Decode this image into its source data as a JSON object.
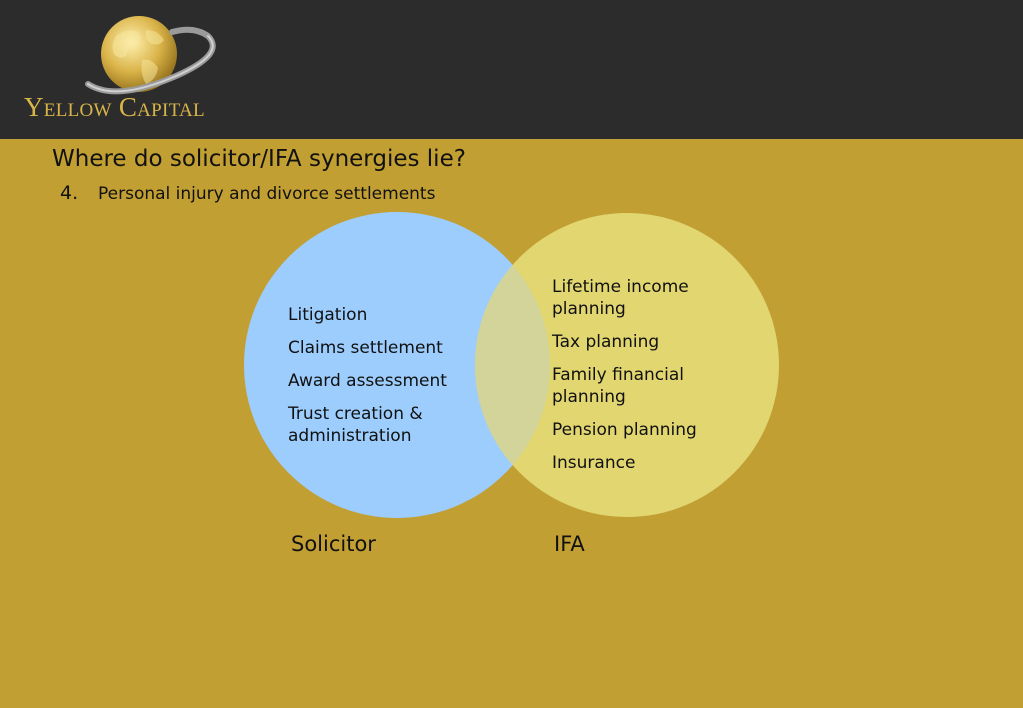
{
  "header": {
    "logo_text": "Yellow Capital",
    "logo_icon": "globe-with-ring-icon"
  },
  "slide": {
    "title": "Where do solicitor/IFA synergies lie?",
    "item_number": "4.",
    "subtitle": "Personal injury and divorce settlements"
  },
  "venn": {
    "solicitor": {
      "label": "Solicitor",
      "color": "#9ccdfd",
      "items": [
        "Litigation",
        "Claims settlement",
        "Award assessment",
        "Trust creation & administration"
      ]
    },
    "ifa": {
      "label": "IFA",
      "color": "#e1d670",
      "items": [
        "Lifetime income planning",
        "Tax planning",
        "Family financial planning",
        "Pension planning",
        "Insurance"
      ]
    },
    "overlap_color": "#d3d49a"
  },
  "colors": {
    "background": "#c29f33",
    "header": "#2c2c2c",
    "logo_gold": "#d8b548"
  }
}
